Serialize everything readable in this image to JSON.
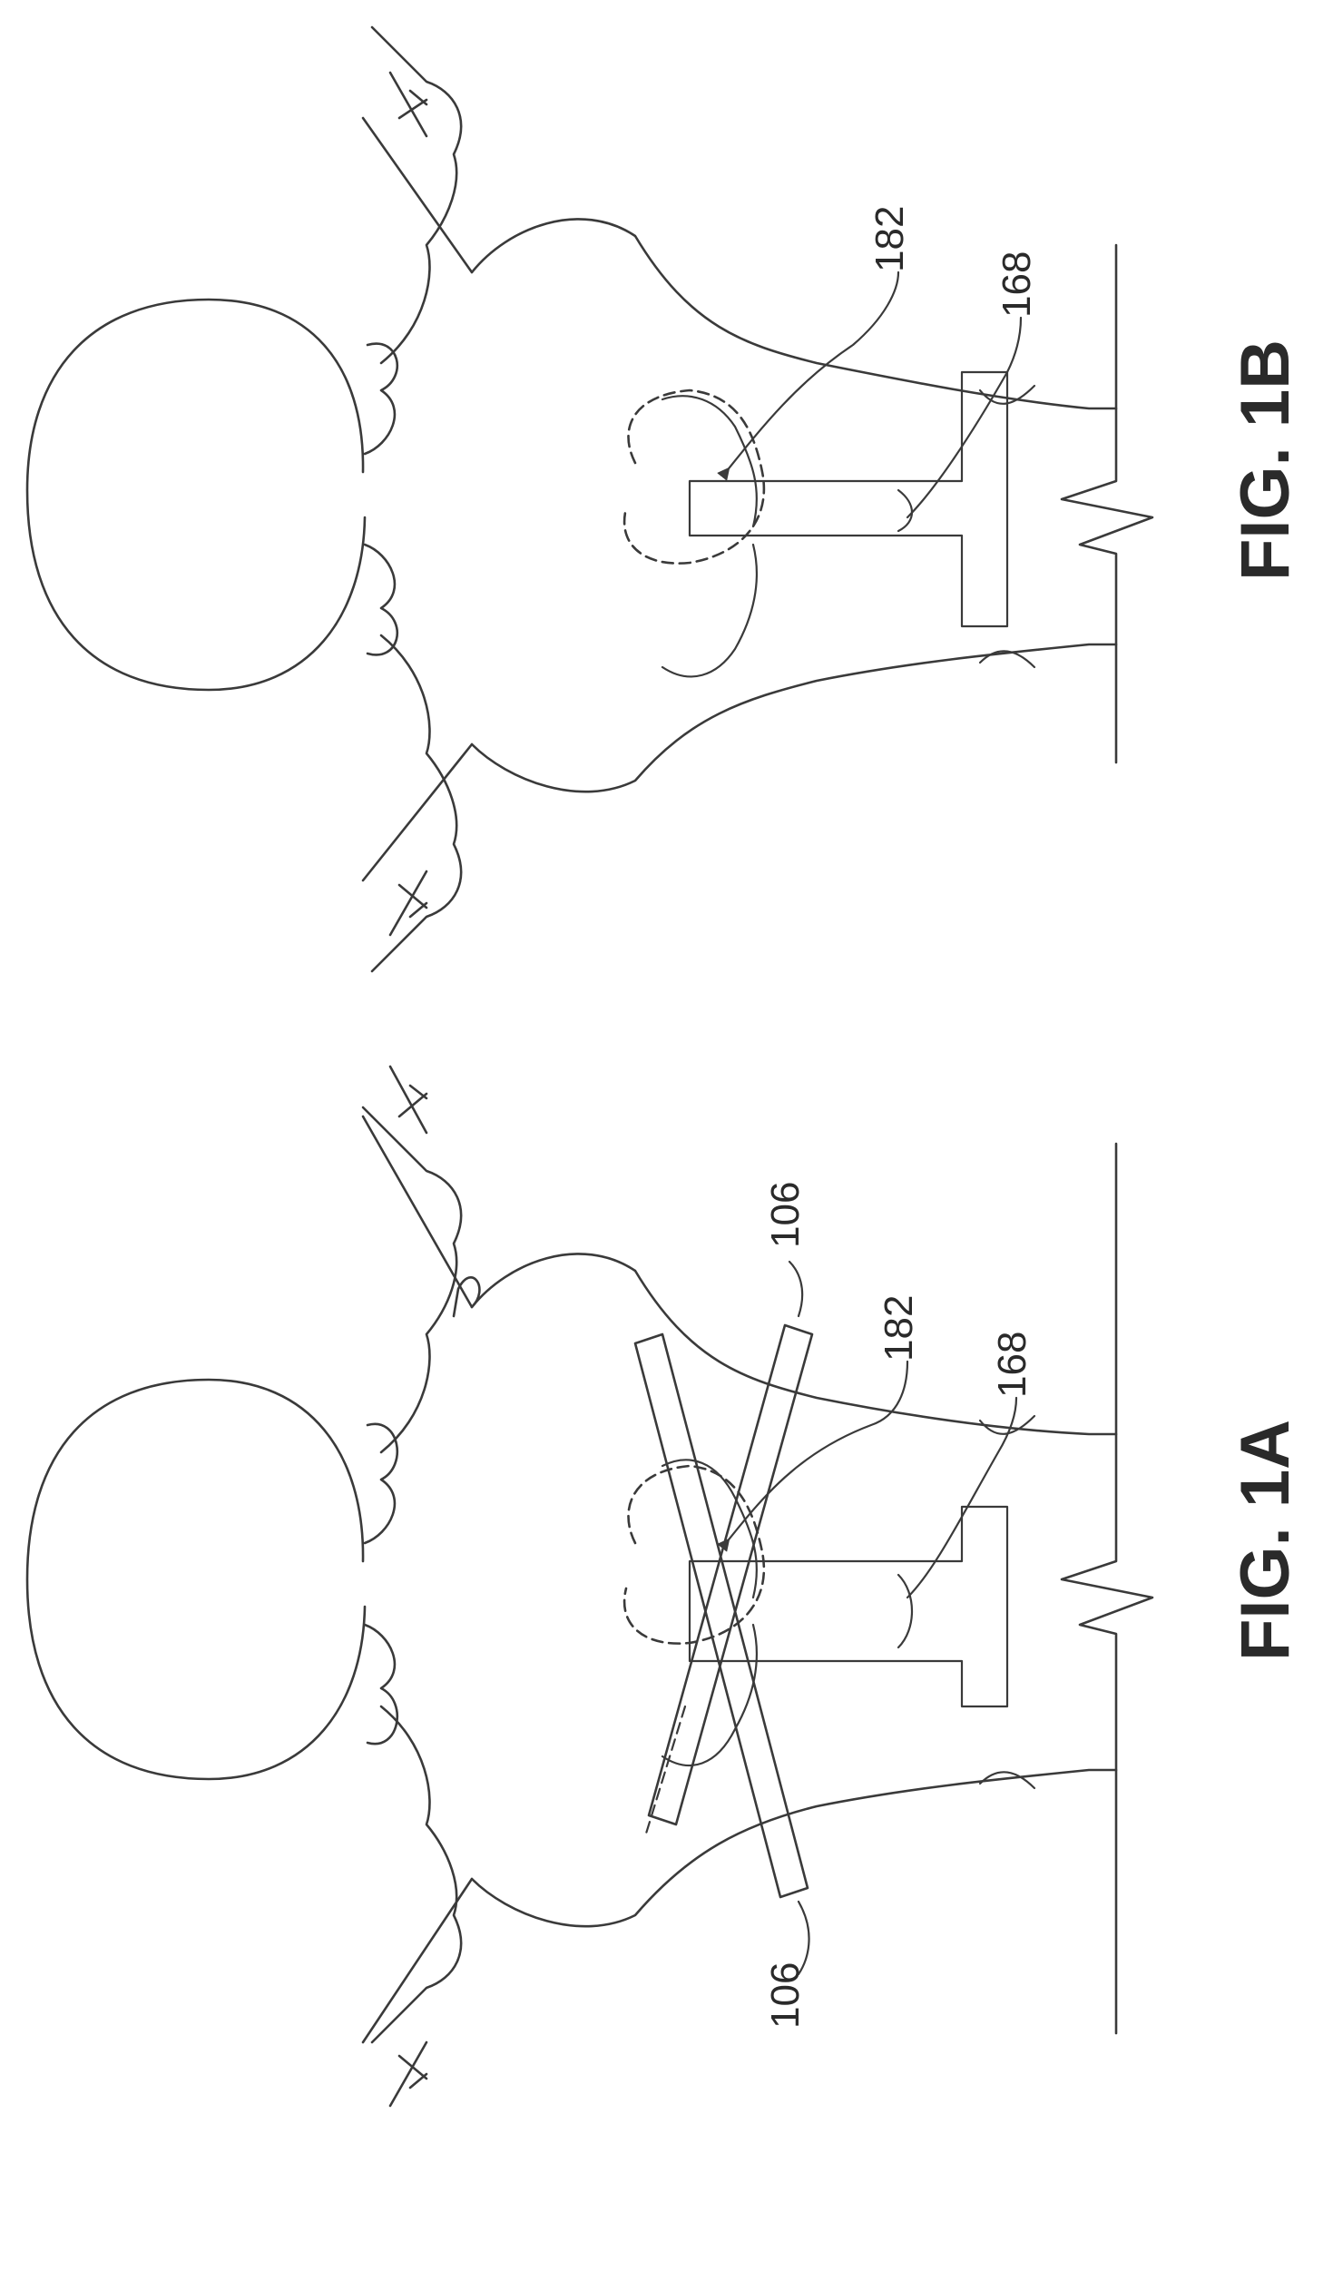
{
  "figures": [
    {
      "caption": "FIG. 1A",
      "labels": {
        "device_left": "106",
        "device_right": "106",
        "target": "182",
        "stand": "168"
      }
    },
    {
      "caption": "FIG. 1B",
      "labels": {
        "target": "182",
        "stand": "168"
      }
    }
  ]
}
